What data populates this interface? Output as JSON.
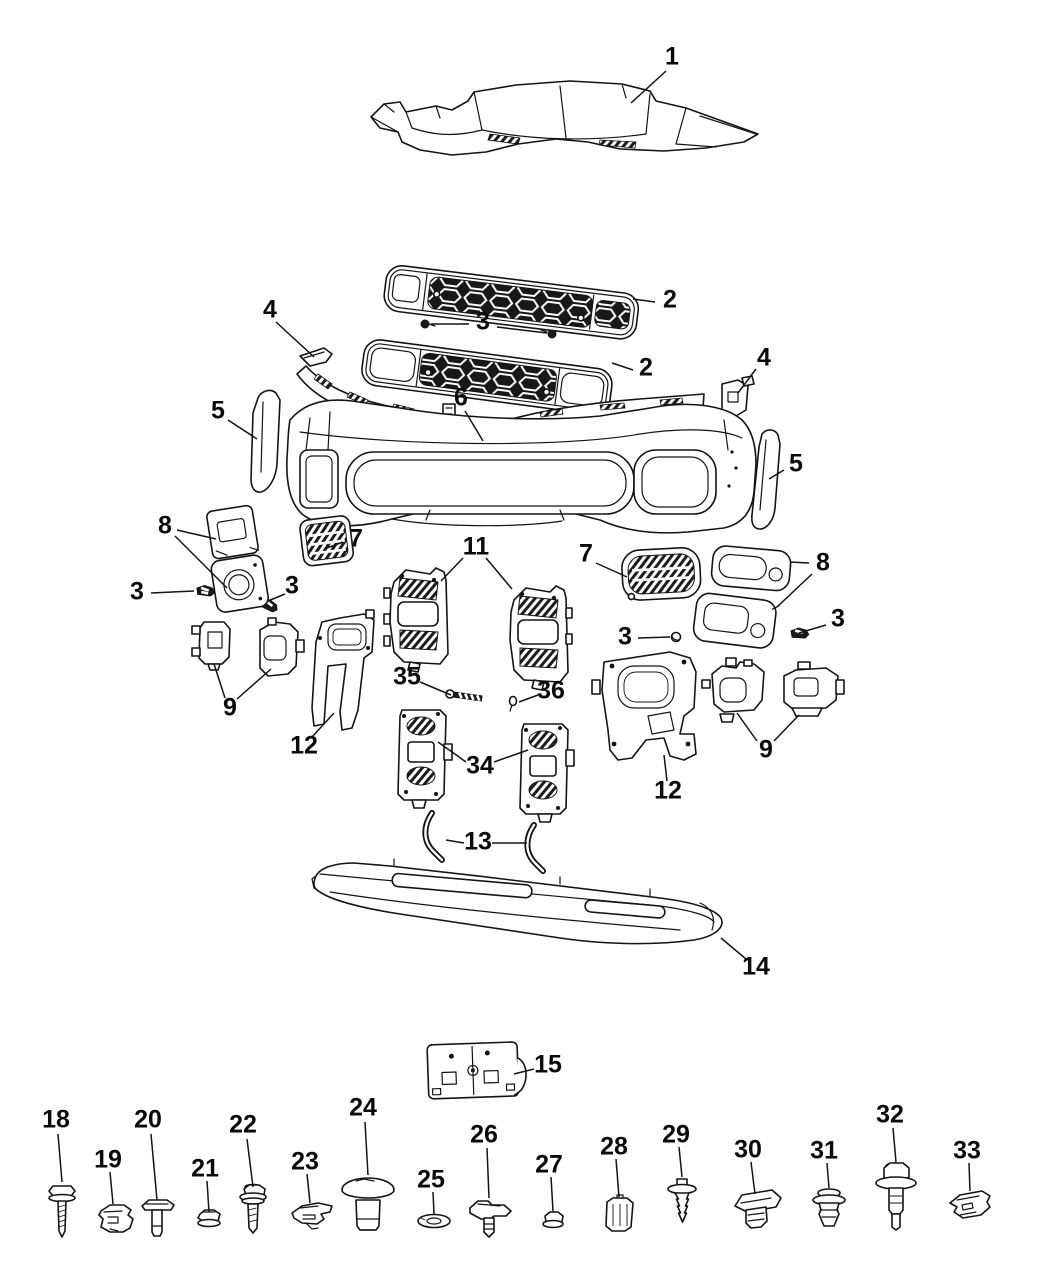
{
  "diagram": {
    "type": "exploded-parts-diagram",
    "colors": {
      "background": "#ffffff",
      "line": "#141414"
    },
    "callouts": {
      "c1": "1",
      "c2a": "2",
      "c2b": "2",
      "c3a": "3",
      "c3b": "3",
      "c3c": "3",
      "c3d": "3",
      "c3e": "3",
      "c4a": "4",
      "c4b": "4",
      "c5a": "5",
      "c5b": "5",
      "c6": "6",
      "c7a": "7",
      "c7b": "7",
      "c8a": "8",
      "c8b": "8",
      "c9a": "9",
      "c9b": "9",
      "c11": "11",
      "c12a": "12",
      "c12b": "12",
      "c13": "13",
      "c14": "14",
      "c15": "15",
      "c18": "18",
      "c19": "19",
      "c20": "20",
      "c21": "21",
      "c22": "22",
      "c23": "23",
      "c24": "24",
      "c25": "25",
      "c26": "26",
      "c27": "27",
      "c28": "28",
      "c29": "29",
      "c30": "30",
      "c31": "31",
      "c32": "32",
      "c33": "33",
      "c34": "34",
      "c35": "35",
      "c36": "36"
    }
  }
}
